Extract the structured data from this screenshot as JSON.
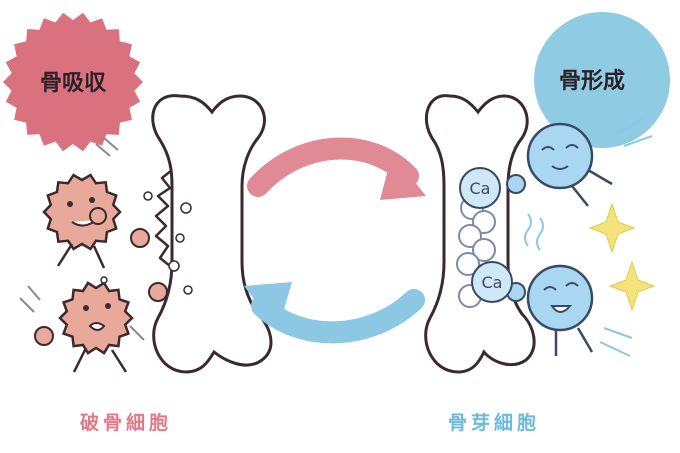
{
  "badges": {
    "resorption": "骨吸収",
    "formation": "骨形成"
  },
  "captions": {
    "osteoclast": "破骨細胞",
    "osteoblast": "骨芽細胞"
  },
  "ca_labels": [
    "Ca",
    "Ca"
  ],
  "colors": {
    "resorption_badge": "#d9717e",
    "formation_badge": "#8fcbe3",
    "osteoclast_cell": "#e8a99a",
    "osteoblast_cell": "#a9d6f1",
    "arrow_pink": "#e08a96",
    "arrow_blue": "#8cc7e4",
    "caption_pink": "#e07a88",
    "caption_blue": "#6fb9dc",
    "sparkle": "#f4e27a",
    "outline": "#3a2a30"
  },
  "icons": [
    "bone-icon",
    "osteoclast-cell-icon",
    "osteoblast-cell-icon",
    "calcium-ion-icon",
    "sparkle-icon",
    "cycle-arrow-icon"
  ]
}
